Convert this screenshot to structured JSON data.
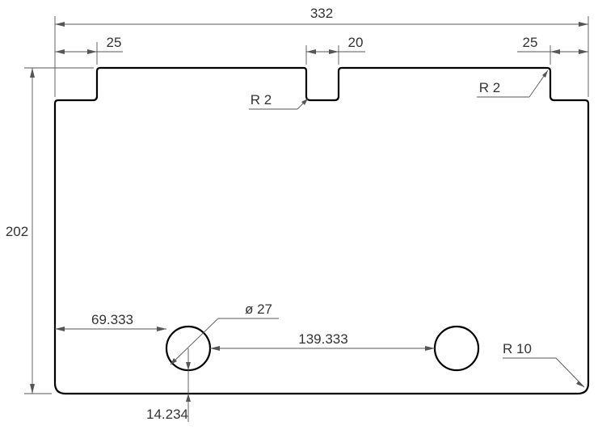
{
  "drawing": {
    "dimensions": {
      "overall_width": "332",
      "left_tab": "25",
      "center_slot": "20",
      "right_tab": "25",
      "height": "202",
      "hole_offset_x": "69.333",
      "hole_spacing": "139.333",
      "hole_offset_y": "14.234",
      "hole_diameter": "ø 27",
      "slot_radius": "R 2",
      "corner_radius_small": "R 2",
      "corner_radius_large": "R 10"
    }
  }
}
